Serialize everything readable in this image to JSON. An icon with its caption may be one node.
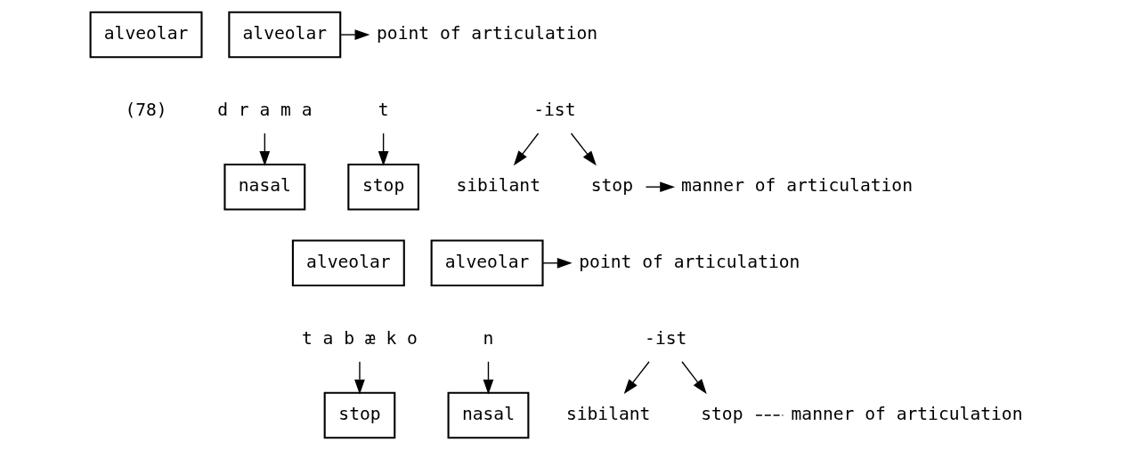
{
  "diagram": {
    "nodes": [
      {
        "text": [
          "alveolar"
        ]
      },
      {
        "text": [
          "alveolar"
        ]
      },
      {
        "text": [
          "point of articulation"
        ]
      },
      {
        "text": [
          "d r a m a"
        ]
      },
      {
        "text": [
          "t"
        ]
      },
      {
        "text": [
          "-ist"
        ]
      },
      {
        "text": [
          "nasal"
        ]
      },
      {
        "text": [
          "stop"
        ]
      },
      {
        "text": [
          "sibilant"
        ]
      },
      {
        "text": [
          "stop"
        ]
      },
      {
        "text": [
          "manner of articulation"
        ]
      },
      {
        "text": [
          "alveolar"
        ]
      },
      {
        "text": [
          "alveolar"
        ]
      },
      {
        "text": [
          "point of articulation"
        ]
      },
      {
        "text": [
          "t a b æ k o"
        ]
      },
      {
        "text": [
          "n"
        ]
      },
      {
        "text": [
          "-ist"
        ]
      },
      {
        "text": [
          "stop"
        ]
      },
      {
        "text": [
          "nasal"
        ]
      },
      {
        "text": [
          "sibilant"
        ]
      },
      {
        "text": [
          "stop"
        ]
      },
      {
        "text": [
          "manner of articulation"
        ]
      }
    ],
    "edges": [
      {
        "from": 1,
        "to": 2,
        "arrow": "to"
      },
      {
        "from": 3,
        "to": 6,
        "arrow": "to"
      },
      {
        "from": 4,
        "to": 7,
        "arrow": "to"
      },
      {
        "from": 5,
        "to": 8,
        "arrow": "to"
      },
      {
        "from": 5,
        "to": 9,
        "arrow": "to"
      },
      {
        "from": 9,
        "to": 10,
        "arrow": "to"
      },
      {
        "from": 12,
        "to": 13,
        "arrow": "to"
      },
      {
        "from": 14,
        "to": 17,
        "arrow": "to"
      },
      {
        "from": 15,
        "to": 18,
        "arrow": "to"
      },
      {
        "from": 16,
        "to": 19,
        "arrow": "to"
      },
      {
        "from": 16,
        "to": 20,
        "arrow": "to"
      },
      {
        "from": 20,
        "to": 21,
        "arrow": "none",
        "style": "dashed"
      }
    ],
    "labels": [
      "(78)"
    ]
  }
}
